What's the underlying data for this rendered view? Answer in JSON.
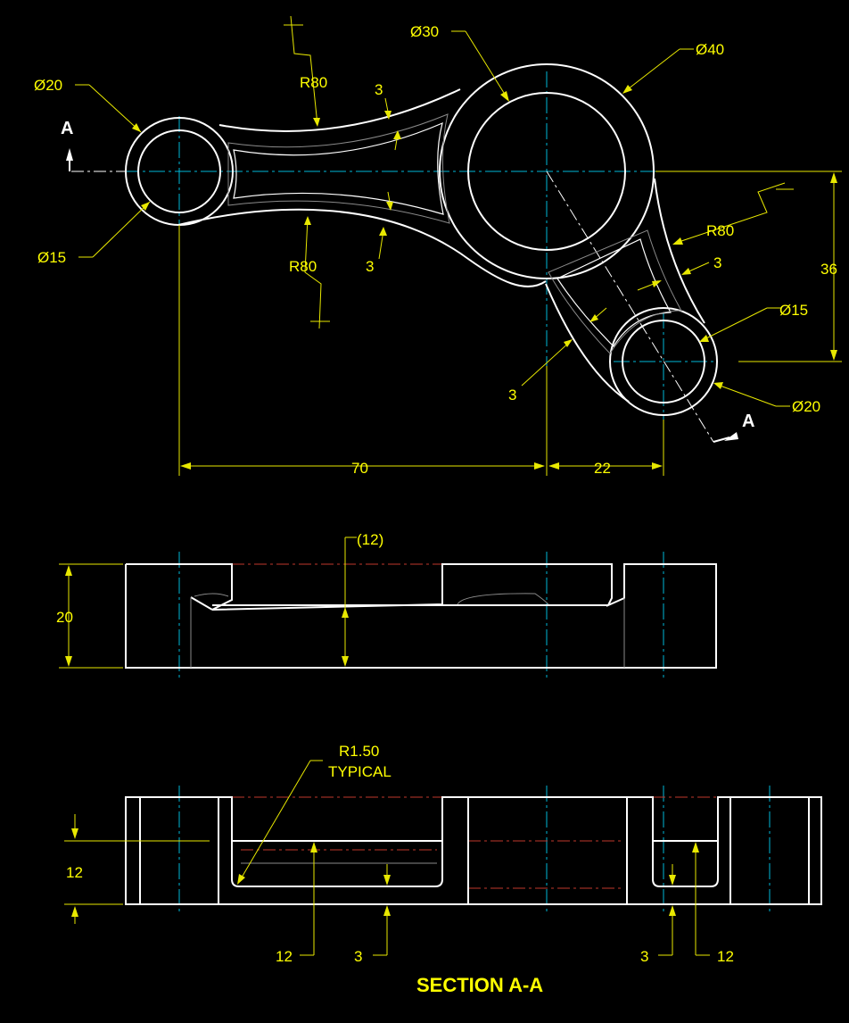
{
  "top_view": {
    "dia_20_left": "Ø20",
    "dia_15_left": "Ø15",
    "r80_top": "R80",
    "rib_3_top": "3",
    "dia_30": "Ø30",
    "dia_40": "Ø40",
    "r80_bottom": "R80",
    "rib_3_bottom": "3",
    "r80_right": "R80",
    "rib_3_right": "3",
    "dia_15_right": "Ø15",
    "rib_3_lower": "3",
    "dia_20_right": "Ø20",
    "dim_36": "36",
    "dim_70": "70",
    "dim_22": "22",
    "section_label_left": "A",
    "section_label_right": "A"
  },
  "front_view": {
    "dim_20": "20",
    "dim_12_ref": "(12)"
  },
  "section_view": {
    "note_line1": "R1.50",
    "note_line2": "TYPICAL",
    "dim_12_left": "12",
    "dim_12_bottom": "12",
    "dim_3_bottom": "3",
    "dim_3_right": "3",
    "dim_12_right": "12",
    "title": "SECTION A-A"
  },
  "colors": {
    "background": "#000000",
    "object_lines": "#ffffff",
    "dimensions": "#ffff00",
    "centerlines": "#00b8d8",
    "hidden_centerlines": "#c0392b"
  }
}
